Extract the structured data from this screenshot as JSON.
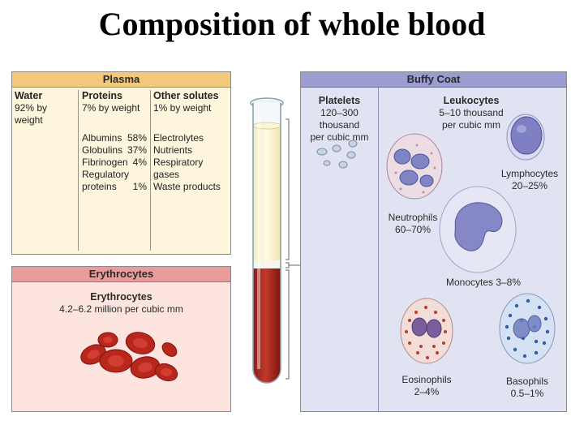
{
  "title": "Composition of whole blood",
  "plasma": {
    "header": "Plasma",
    "water": {
      "heading": "Water",
      "detail": "92% by weight"
    },
    "proteins": {
      "heading": "Proteins",
      "detail": "7% by weight",
      "items": [
        {
          "name": "Albumins",
          "pct": "58%"
        },
        {
          "name": "Globulins",
          "pct": "37%"
        },
        {
          "name": "Fibrinogen",
          "pct": "4%"
        },
        {
          "name": "Regulatory",
          "pct": ""
        },
        {
          "name": "proteins",
          "pct": "1%"
        }
      ]
    },
    "other_solutes": {
      "heading": "Other solutes",
      "detail": "1% by weight",
      "items": [
        "Electrolytes",
        "Nutrients",
        "Respiratory gases",
        "Waste products"
      ]
    }
  },
  "erythrocytes": {
    "header": "Erythrocytes",
    "heading": "Erythrocytes",
    "count": "4.2–6.2 million per cubic mm"
  },
  "buffy_coat": {
    "header": "Buffy Coat",
    "platelets": {
      "heading": "Platelets",
      "line1": "120–300 thousand",
      "line2": "per cubic mm"
    },
    "leukocytes": {
      "heading": "Leukocytes",
      "line1": "5–10 thousand",
      "line2": "per cubic mm"
    },
    "cells": {
      "lymphocytes": {
        "name": "Lymphocytes",
        "pct": "20–25%"
      },
      "neutrophils": {
        "name": "Neutrophils",
        "pct": "60–70%"
      },
      "monocytes": {
        "label": "Monocytes 3–8%"
      },
      "eosinophils": {
        "name": "Eosinophils",
        "pct": "2–4%"
      },
      "basophils": {
        "name": "Basophils",
        "pct": "0.5–1%"
      }
    }
  },
  "colors": {
    "plasma_header": "#f2c87a",
    "plasma_body": "#fdf6dc",
    "erythrocyte_header": "#e89c9c",
    "erythrocyte_body": "#fde4df",
    "buffy_header": "#9b9cd0",
    "buffy_body": "#e2e3f2",
    "blood_red": "#a8241c"
  }
}
